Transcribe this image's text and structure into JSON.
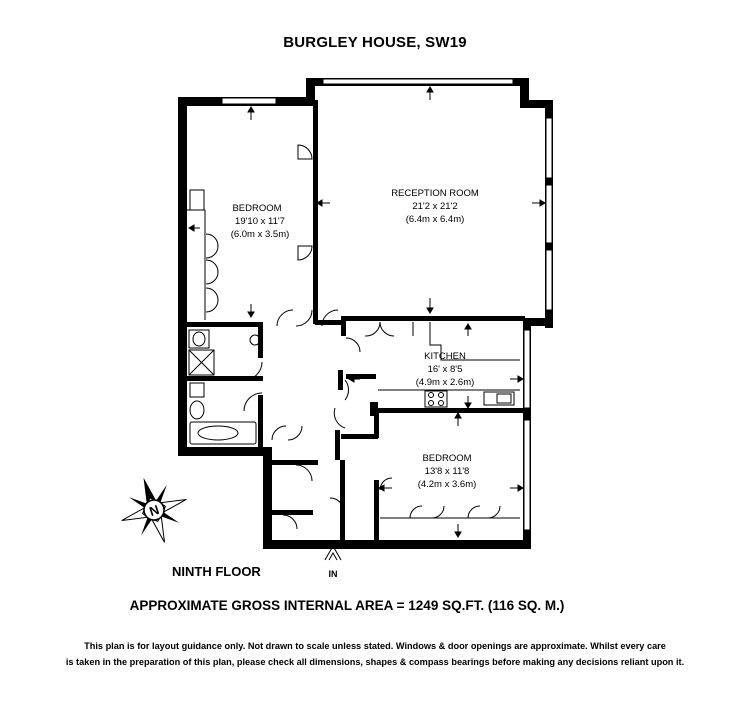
{
  "title": "BURGLEY HOUSE, SW19",
  "rooms": {
    "reception": {
      "name": "RECEPTION ROOM",
      "imperial": "21'2 x 21'2",
      "metric": "(6.4m x 6.4m)"
    },
    "bedroom1": {
      "name": "BEDROOM",
      "imperial": "19'10 x 11'7",
      "metric": "(6.0m x 3.5m)"
    },
    "kitchen": {
      "name": "KITCHEN",
      "imperial": "16' x 8'5",
      "metric": "(4.9m x 2.6m)"
    },
    "bedroom2": {
      "name": "BEDROOM",
      "imperial": "13'8 x 11'8",
      "metric": "(4.2m x 3.6m)"
    }
  },
  "entrance_label": "IN",
  "compass_letter": "N",
  "floor": "NINTH FLOOR",
  "area": "APPROXIMATE GROSS INTERNAL AREA = 1249 SQ.FT. (116 SQ. M.)",
  "disclaimer": {
    "line1": "This plan is for layout guidance only. Not drawn to scale unless stated. Windows & door openings are approximate. Whilst every care",
    "line2": "is taken in the preparation of this plan, please check all dimensions, shapes & compass bearings before making any decisions reliant upon it."
  },
  "colors": {
    "wall": "#000000",
    "background": "#ffffff"
  }
}
